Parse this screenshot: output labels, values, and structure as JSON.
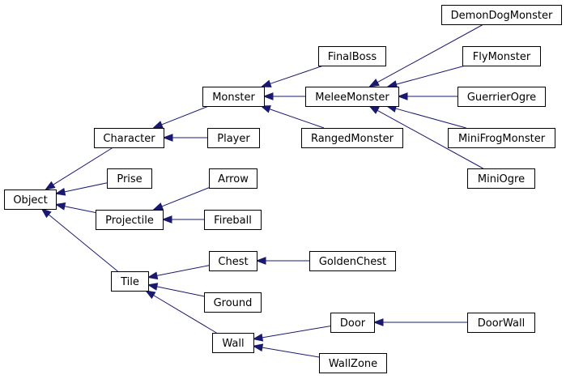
{
  "diagram": {
    "type": "class-inheritance",
    "line_color": "#191970",
    "classes": {
      "object": "Object",
      "character": "Character",
      "prise": "Prise",
      "projectile": "Projectile",
      "tile": "Tile",
      "monster": "Monster",
      "player": "Player",
      "arrow": "Arrow",
      "fireball": "Fireball",
      "chest": "Chest",
      "ground": "Ground",
      "wall": "Wall",
      "finalboss": "FinalBoss",
      "meleemonster": "MeleeMonster",
      "rangedmonster": "RangedMonster",
      "goldenchest": "GoldenChest",
      "door": "Door",
      "wallzone": "WallZone",
      "demondogmonster": "DemonDogMonster",
      "flymonster": "FlyMonster",
      "guerrierogre": "GuerrierOgre",
      "minifrogmonster": "MiniFrogMonster",
      "miniogre": "MiniOgre",
      "doorwall": "DoorWall"
    },
    "inheritance": [
      {
        "child": "character",
        "parent": "object"
      },
      {
        "child": "prise",
        "parent": "object"
      },
      {
        "child": "projectile",
        "parent": "object"
      },
      {
        "child": "tile",
        "parent": "object"
      },
      {
        "child": "monster",
        "parent": "character"
      },
      {
        "child": "player",
        "parent": "character"
      },
      {
        "child": "arrow",
        "parent": "projectile"
      },
      {
        "child": "fireball",
        "parent": "projectile"
      },
      {
        "child": "chest",
        "parent": "tile"
      },
      {
        "child": "ground",
        "parent": "tile"
      },
      {
        "child": "wall",
        "parent": "tile"
      },
      {
        "child": "finalboss",
        "parent": "monster"
      },
      {
        "child": "meleemonster",
        "parent": "monster"
      },
      {
        "child": "rangedmonster",
        "parent": "monster"
      },
      {
        "child": "goldenchest",
        "parent": "chest"
      },
      {
        "child": "door",
        "parent": "wall"
      },
      {
        "child": "wallzone",
        "parent": "wall"
      },
      {
        "child": "demondogmonster",
        "parent": "meleemonster"
      },
      {
        "child": "flymonster",
        "parent": "meleemonster"
      },
      {
        "child": "guerrierogre",
        "parent": "meleemonster"
      },
      {
        "child": "minifrogmonster",
        "parent": "meleemonster"
      },
      {
        "child": "miniogre",
        "parent": "meleemonster"
      },
      {
        "child": "doorwall",
        "parent": "door"
      }
    ]
  }
}
